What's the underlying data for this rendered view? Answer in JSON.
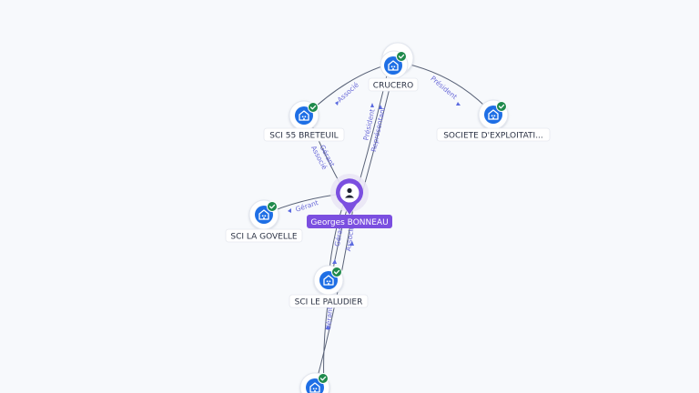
{
  "graph": {
    "person": {
      "name": "Georges BONNEAU",
      "icon": "person-icon",
      "accent": "#7b4fe0"
    },
    "companies": {
      "crucero": {
        "name": "CRUCERO",
        "icon": "building-icon",
        "verified": true
      },
      "sci_55_breteuil": {
        "name": "SCI 55 BRETEUIL",
        "icon": "building-icon",
        "verified": true
      },
      "societe_exploitation": {
        "name": "SOCIETE D'EXPLOITATI...",
        "icon": "building-icon",
        "verified": true
      },
      "sci_la_govelle": {
        "name": "SCI LA GOVELLE",
        "icon": "building-icon",
        "verified": true
      },
      "sci_le_paludier": {
        "name": "SCI LE PALUDIER",
        "icon": "building-icon",
        "verified": true
      },
      "bottom_company": {
        "name": "",
        "icon": "building-icon",
        "verified": true
      }
    },
    "edge_labels": {
      "breteuil_crucero": "Associé",
      "crucero_societe": "Président",
      "person_crucero_president": "Président",
      "person_crucero_representant": "Représentant",
      "person_breteuil_gerant": "Gérant",
      "person_breteuil_associe": "Associé",
      "person_govelle": "Gérant",
      "person_paludier_gerant": "Gérant",
      "person_bottom_gerant": "Gérant",
      "person_bottom_associe": "Associé"
    },
    "colors": {
      "company_node": "#1f6fe5",
      "verified_badge": "#1f8a4c",
      "edge": "#5a6378",
      "edge_label": "#6a6ad8",
      "background": "#f7f9fc"
    }
  }
}
